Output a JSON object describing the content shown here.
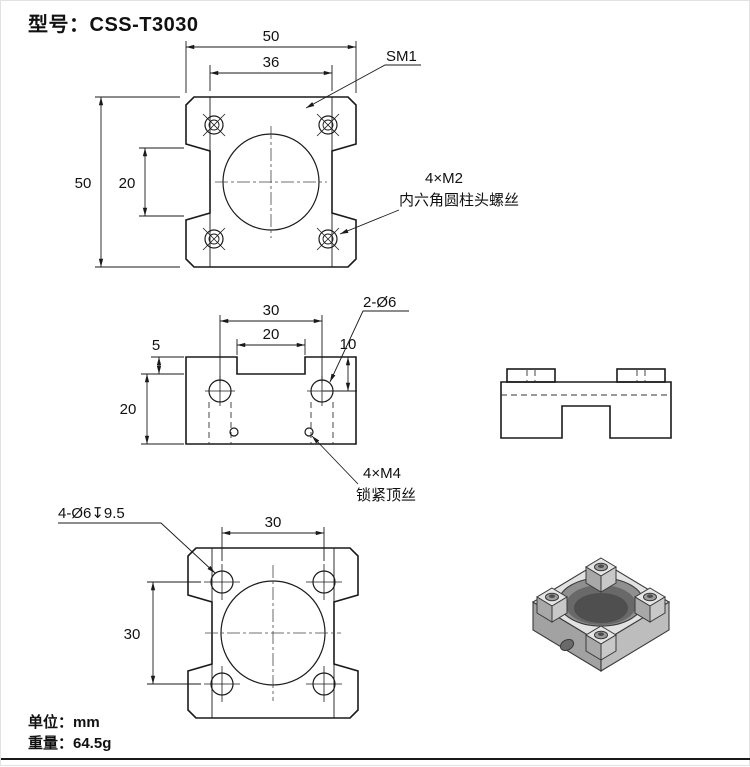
{
  "header": {
    "model_label": "型号：CSS-T3030"
  },
  "footer": {
    "unit": "单位：mm",
    "weight": "重量：64.5g"
  },
  "top_view": {
    "dim_width_outer": "50",
    "dim_width_inner": "36",
    "dim_height_outer": "50",
    "dim_height_inner": "20",
    "label_sm1": "SM1",
    "label_screw_spec": "4×M2",
    "label_screw_name": "内六角圆柱头螺丝"
  },
  "front_view": {
    "dim_hole_spacing": "30",
    "dim_slot_width": "20",
    "dim_lug_height": "5",
    "dim_hole_offset": "10",
    "dim_height": "20",
    "label_holes": "2-Ø6",
    "label_setscrew_spec": "4×M4",
    "label_setscrew_name": "锁紧顶丝"
  },
  "bottom_view": {
    "dim_hole_spacing_h": "30",
    "dim_hole_spacing_v": "30",
    "label_counterbore": "4-Ø6↧9.5"
  }
}
